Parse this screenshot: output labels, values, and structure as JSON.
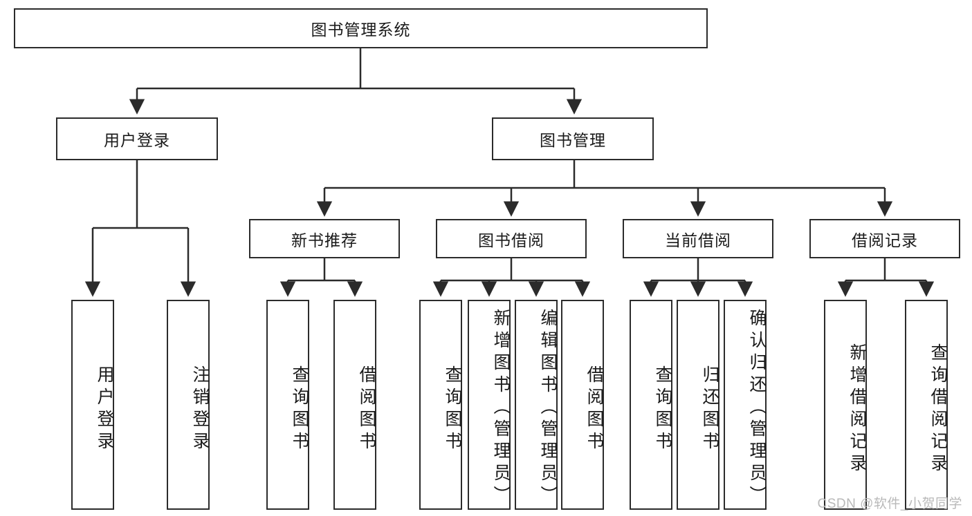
{
  "diagram": {
    "title": "图书管理系统",
    "watermark": "CSDN @软件_小贺同学",
    "colors": {
      "stroke": "#2b2b2b",
      "fill": "#ffffff",
      "text": "#1a1a1a",
      "watermark": "#b9b9b9"
    },
    "levels": {
      "root": [
        "图书管理系统"
      ],
      "level2": [
        "用户登录",
        "图书管理"
      ],
      "level3": [
        "新书推荐",
        "图书借阅",
        "当前借阅",
        "借阅记录"
      ],
      "leaves": [
        "用户登录",
        "注销登录",
        "查询图书",
        "借阅图书",
        "查询图书",
        "新增图书（管理员）",
        "编辑图书（管理员）",
        "借阅图书",
        "查询图书",
        "归还图书",
        "确认归还（管理员）",
        "新增借阅记录",
        "查询借阅记录"
      ]
    },
    "nodes": {
      "root": {
        "label": "图书管理系统"
      },
      "user_login": {
        "label": "用户登录"
      },
      "book_mgmt": {
        "label": "图书管理"
      },
      "new_book_rec": {
        "label": "新书推荐"
      },
      "book_borrow": {
        "label": "图书借阅"
      },
      "current_borrow": {
        "label": "当前借阅"
      },
      "borrow_record": {
        "label": "借阅记录"
      },
      "leaf_user_login": {
        "label": "用户登录"
      },
      "leaf_logout": {
        "label": "注销登录"
      },
      "leaf_query_book_1": {
        "label": "查询图书"
      },
      "leaf_borrow_book_1": {
        "label": "借阅图书"
      },
      "leaf_query_book_2": {
        "label": "查询图书"
      },
      "leaf_add_book_admin": {
        "label": "新增图书（管理员）"
      },
      "leaf_edit_book_admin": {
        "label": "编辑图书（管理员）"
      },
      "leaf_borrow_book_2": {
        "label": "借阅图书"
      },
      "leaf_query_book_3": {
        "label": "查询图书"
      },
      "leaf_return_book": {
        "label": "归还图书"
      },
      "leaf_confirm_return_admin": {
        "label": "确认归还（管理员）"
      },
      "leaf_add_borrow_record": {
        "label": "新增借阅记录"
      },
      "leaf_query_borrow_record": {
        "label": "查询借阅记录"
      }
    }
  }
}
